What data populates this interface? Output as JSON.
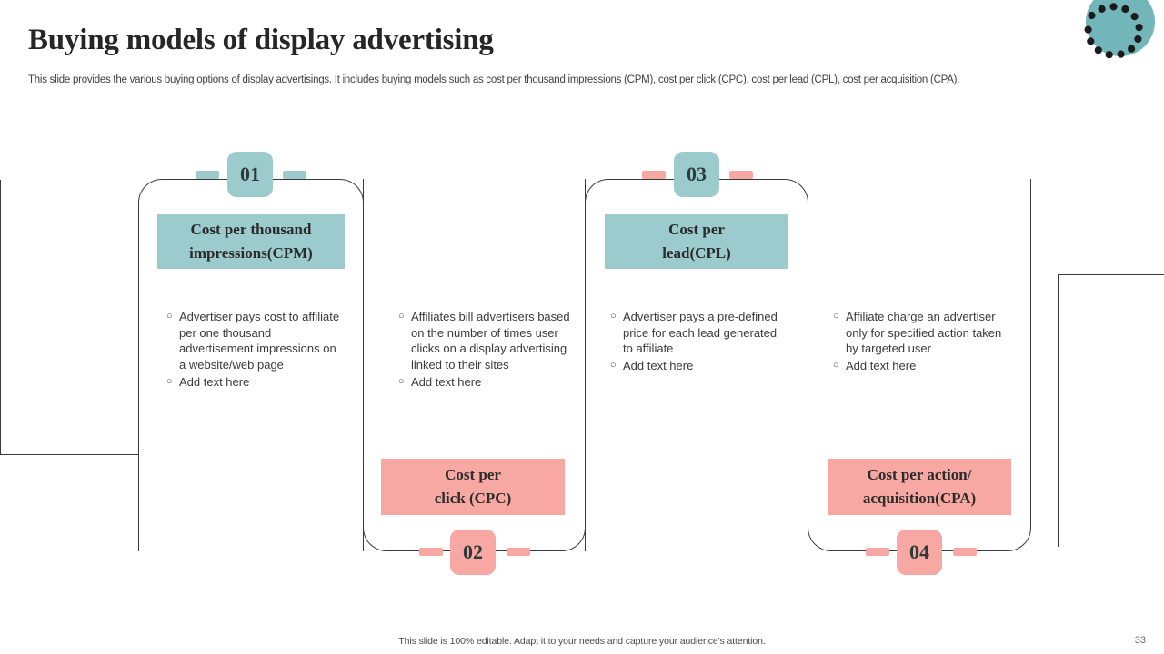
{
  "slide": {
    "title": "Buying models of display advertising",
    "subtitle": "This slide provides the various buying options of display advertisings. It includes buying models such as cost per thousand impressions (CPM), cost per click (CPC), cost per lead (CPL), cost per acquisition (CPA).",
    "footer_note": "This slide is 100% editable. Adapt it to your needs and capture your audience's attention.",
    "page_number": "33"
  },
  "colors": {
    "teal": "#9CCBCD",
    "pink": "#F7A8A2",
    "outline": "#3a3a3a",
    "text_dark": "#2b2b2b",
    "text_body": "#3b3b3b"
  },
  "cards": [
    {
      "number": "01",
      "badge_color": "#9CCBCD",
      "connector_color": "#9CCBCD",
      "chip_color": "#9CCBCD",
      "heading_line1": "Cost per thousand",
      "heading_line2": "impressions(CPM)",
      "bullets": [
        "Advertiser pays cost to affiliate per one thousand advertisement impressions on a website/web page",
        "Add text here"
      ]
    },
    {
      "number": "02",
      "badge_color": "#F7A8A2",
      "connector_color": "#F7A8A2",
      "chip_color": "#F7A8A2",
      "heading_line1": "Cost per",
      "heading_line2": "click (CPC)",
      "bullets": [
        "Affiliates bill advertisers based on the number of times user clicks on a display advertising linked to their sites",
        "Add text here"
      ]
    },
    {
      "number": "03",
      "badge_color": "#9CCBCD",
      "connector_color": "#F7A8A2",
      "chip_color": "#9CCBCD",
      "heading_line1": "Cost per",
      "heading_line2": "lead(CPL)",
      "bullets": [
        "Advertiser pays a pre-defined price for each lead generated to affiliate",
        "Add text here"
      ]
    },
    {
      "number": "04",
      "badge_color": "#F7A8A2",
      "connector_color": "#F7A8A2",
      "chip_color": "#F7A8A2",
      "heading_line1": "Cost per action/",
      "heading_line2": "acquisition(CPA)",
      "bullets": [
        "Affiliate charge an advertiser only for specified action taken by targeted user",
        "Add text here"
      ]
    }
  ],
  "ornament": {
    "name": "dotted-circle-ornament",
    "circle_color": "#72B6BA",
    "dot_color": "#1b1b1b"
  },
  "bullet_marker": "○"
}
